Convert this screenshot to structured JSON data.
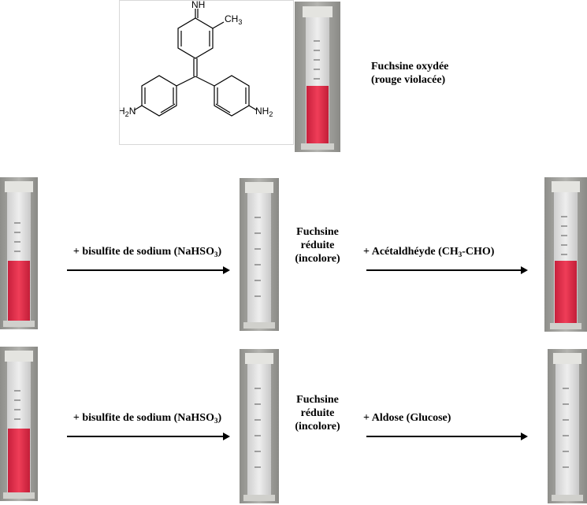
{
  "structure": {
    "atoms": {
      "imine": "NH",
      "methyl": "CH3",
      "amine_left": "H2N",
      "amine_right": "NH2"
    }
  },
  "top": {
    "label_line1": "Fuchsine oxydée",
    "label_line2": "(rouge violacée)"
  },
  "rows": [
    {
      "reagent_prefix": "+ bisulfite de sodium (NaHSO",
      "reagent_sub": "3",
      "reagent_suffix": ")",
      "middle_line1": "Fuchsine",
      "middle_line2": "réduite",
      "middle_line3": "(incolore)",
      "aldehyde_prefix": "+ Acétaldhéyde (CH",
      "aldehyde_sub": "3",
      "aldehyde_suffix": "-CHO)"
    },
    {
      "reagent_prefix": "+ bisulfite de sodium (NaHSO",
      "reagent_sub": "3",
      "reagent_suffix": ")",
      "middle_line1": "Fuchsine",
      "middle_line2": "réduite",
      "middle_line3": "(incolore)",
      "aldehyde_prefix": "+ Aldose (Glucose)",
      "aldehyde_sub": "",
      "aldehyde_suffix": ""
    }
  ],
  "colors": {
    "fuchsine_red": "#e0324e",
    "glass": "#d9d9d9",
    "background_photo": "#9c9c98"
  }
}
